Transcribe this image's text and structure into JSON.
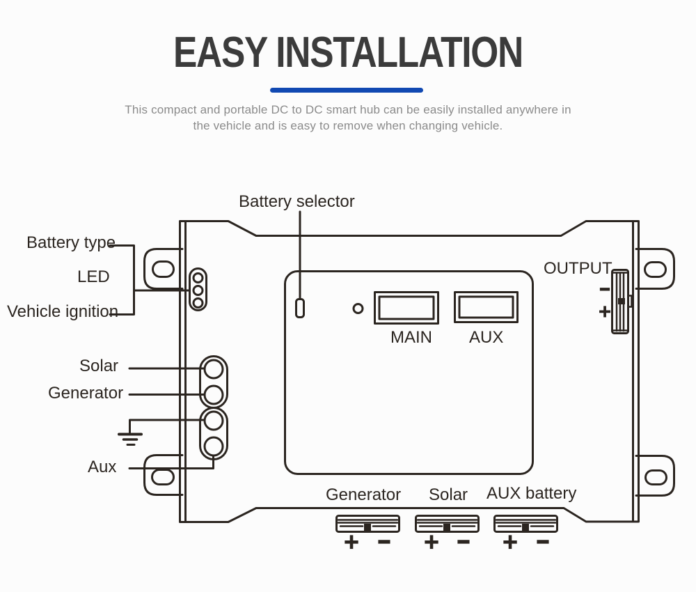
{
  "page": {
    "background": "#fcfcfc",
    "ink_color": "#2b2520",
    "title_color": "#3b3b3b",
    "accent_blue": "#1149b2",
    "subtitle_gray": "#8a8a8a"
  },
  "header": {
    "title": "EASY INSTALLATION",
    "subtitle_line1": "This compact and portable DC to DC smart hub can be easily installed anywhere in",
    "subtitle_line2": "the vehicle and is easy to remove when changing vehicle."
  },
  "diagram": {
    "labels": {
      "battery_selector": "Battery selector",
      "battery_type": "Battery type",
      "led": "LED",
      "vehicle_ignition": "Vehicle ignition",
      "output": "OUTPUT",
      "solar": "Solar",
      "generator": "Generator",
      "aux": "Aux",
      "main_display": "MAIN",
      "aux_display": "AUX",
      "generator_input": "Generator",
      "solar_input": "Solar",
      "aux_battery_input": "AUX battery"
    },
    "polarity": {
      "output_minus": "-",
      "output_plus": "+",
      "generator_plus": "+",
      "generator_minus": "-",
      "solar_plus": "+",
      "solar_minus": "-",
      "aux_battery_plus": "+",
      "aux_battery_minus": "-"
    }
  }
}
